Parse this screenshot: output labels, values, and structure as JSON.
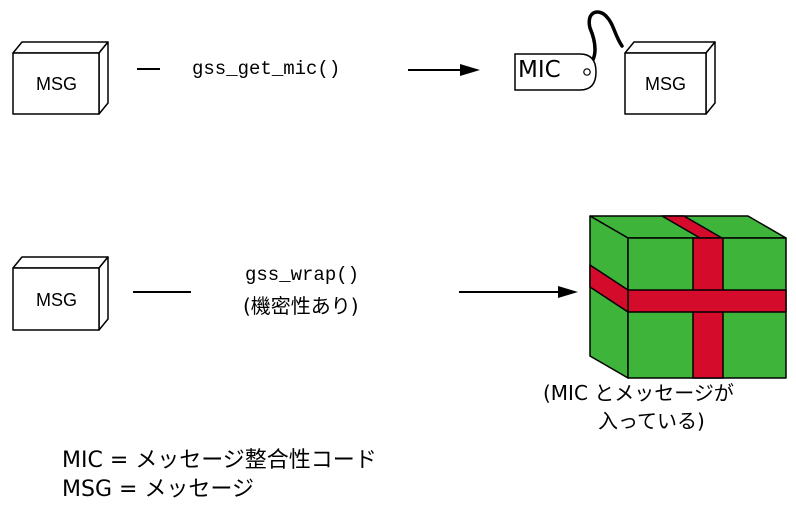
{
  "row1": {
    "box_label": "MSG",
    "function": "gss_get_mic()",
    "tag_label": "MIC",
    "result_box_label": "MSG"
  },
  "row2": {
    "box_label": "MSG",
    "function": "gss_wrap()",
    "function_note": "(機密性あり)",
    "result_caption_line1": "(MIC とメッセージが",
    "result_caption_line2": "入っている)"
  },
  "legend": {
    "mic": "MIC = メッセージ整合性コード",
    "msg": "MSG = メッセージ"
  },
  "colors": {
    "package_green": "#3fb43a",
    "ribbon_red": "#d50b2c",
    "outline": "#000000"
  }
}
